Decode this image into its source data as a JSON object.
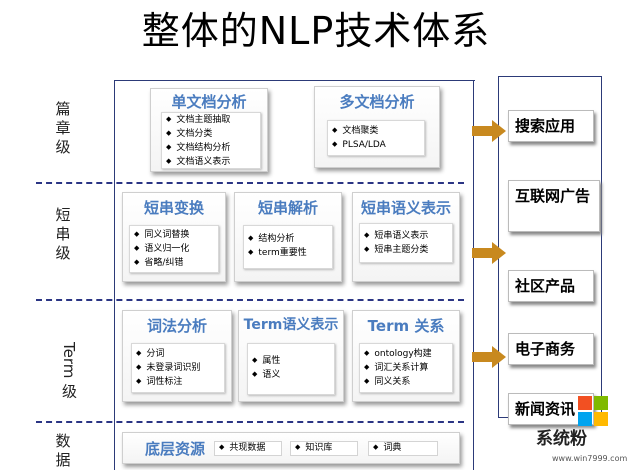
{
  "title": "整体的NLP技术体系",
  "levels": {
    "l1": [
      "篇",
      "章",
      "级"
    ],
    "l2": [
      "短",
      "串",
      "级"
    ],
    "l3": "Term 级",
    "l4": [
      "数",
      "据"
    ]
  },
  "boxes": {
    "single_doc": {
      "title": "单文档分析",
      "items": [
        "文档主题抽取",
        "文档分类",
        "文档结构分析",
        "文档语义表示"
      ]
    },
    "multi_doc": {
      "title": "多文档分析",
      "items": [
        "文档聚类",
        "PLSA/LDA"
      ]
    },
    "short_transform": {
      "title": "短串变换",
      "items": [
        "同义词替换",
        "语义归一化",
        "省略/纠错"
      ]
    },
    "short_parse": {
      "title": "短串解析",
      "items": [
        "结构分析",
        "term重要性"
      ]
    },
    "short_semantic": {
      "title": "短串语义表示",
      "items": [
        "短串语义表示",
        "短串主题分类"
      ]
    },
    "lexical": {
      "title": "词法分析",
      "items": [
        "分词",
        "未登录词识别",
        "词性标注"
      ]
    },
    "term_semantic": {
      "title": "Term语义表示",
      "items": [
        "属性",
        "语义"
      ]
    },
    "term_relation": {
      "title": "Term 关系",
      "items": [
        "ontology构建",
        "词汇关系计算",
        "同义关系"
      ]
    }
  },
  "base": {
    "title": "底层资源",
    "items": [
      "共现数据",
      "知识库",
      "词典"
    ]
  },
  "applications": [
    "搜索应用",
    "互联网广告",
    "社区产品",
    "电子商务",
    "新闻资讯"
  ],
  "colors": {
    "accent": "#4a7cbf",
    "frame": "#2c3a78",
    "arrow": "#c8891f"
  },
  "watermark": {
    "text": "系统粉",
    "url": "www.win7999.com"
  }
}
